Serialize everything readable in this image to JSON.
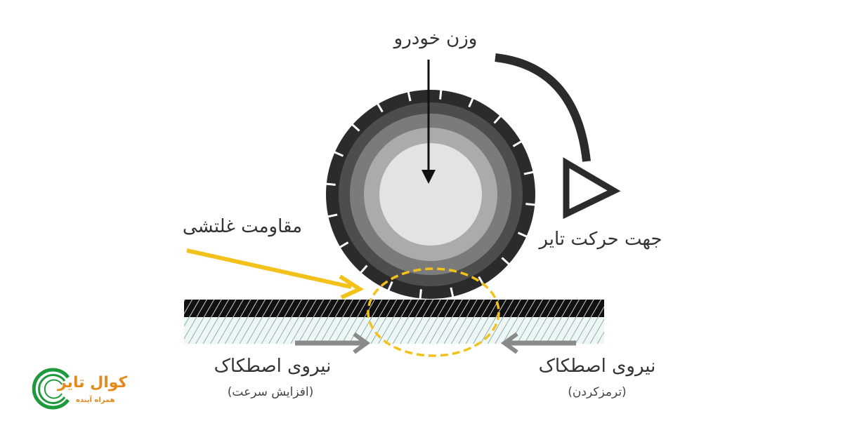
{
  "labels": {
    "vehicle_weight": "وزن خودرو",
    "tire_direction": "جهت حرکت تایر",
    "rolling_resistance": "مقاومت غلتشی",
    "friction_left": "نیروی اصطکاک",
    "friction_left_note": "(افزایش سرعت)",
    "friction_right": "نیروی اصطکاک",
    "friction_right_note": "(ترمزکردن)"
  },
  "logo": {
    "name": "کوال تایر",
    "slogan": "همراه آینده"
  },
  "colors": {
    "highlight": "#f2c21b",
    "logo_green": "#1e9a3c",
    "logo_orange": "#e8891c",
    "force_arrow": "#8a8a8a"
  }
}
